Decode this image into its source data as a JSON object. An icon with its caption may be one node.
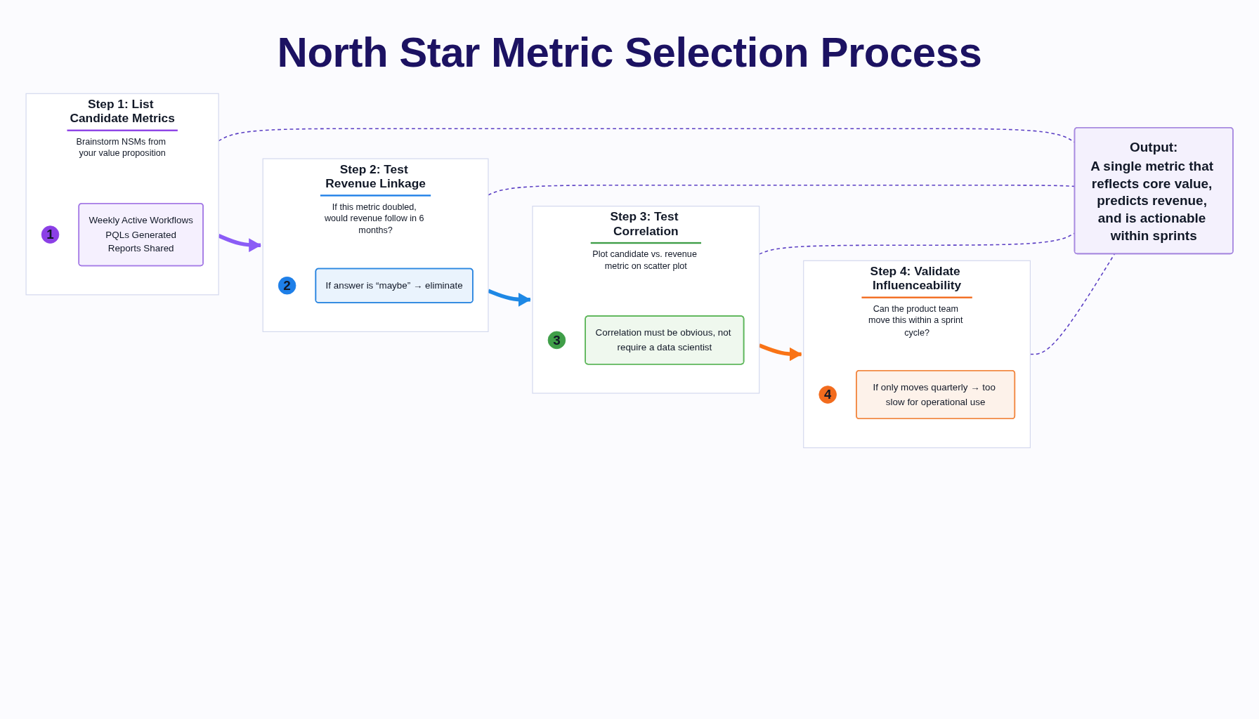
{
  "diagram": {
    "title": "North Star Metric Selection Process",
    "nodes": [
      {
        "text": [
          "Step 1: List Candidate Metrics",
          "Brainstorm NSMs from your value proposition"
        ]
      },
      {
        "text": [
          "1"
        ],
        "in": 0
      },
      {
        "text": [
          "Weekly Active Workflows",
          "PQLs Generated",
          "Reports Shared"
        ],
        "in": 0
      },
      {
        "text": [
          "Step 2: Test Revenue Linkage",
          "If this metric doubled, would revenue follow in 6 months?"
        ]
      },
      {
        "text": [
          "2"
        ],
        "in": 3
      },
      {
        "text": [
          "If answer is “maybe” → eliminate"
        ],
        "in": 3
      },
      {
        "text": [
          "Step 3: Test Correlation",
          "Plot candidate vs. revenue metric on scatter plot"
        ]
      },
      {
        "text": [
          "3"
        ],
        "in": 6
      },
      {
        "text": [
          "Correlation must be obvious, not require a data scientist"
        ],
        "in": 6
      },
      {
        "text": [
          "Step 4: Validate Influenceability",
          "Can the product team move this within a sprint cycle?"
        ]
      },
      {
        "text": [
          "4"
        ],
        "in": 9
      },
      {
        "text": [
          "If only moves quarterly → too slow for operational use"
        ],
        "in": 9
      },
      {
        "text": [
          "Output:",
          "A single metric that reflects core value, predicts revenue, and is actionable within sprints"
        ]
      }
    ],
    "edges": [
      {
        "from": 0,
        "to": 3,
        "arrow": "to",
        "style": "thick",
        "color": "#8b5cf6"
      },
      {
        "from": 3,
        "to": 6,
        "arrow": "to",
        "style": "thick",
        "color": "#1e88e5"
      },
      {
        "from": 6,
        "to": 9,
        "arrow": "to",
        "style": "thick",
        "color": "#f97316"
      },
      {
        "from": 0,
        "to": 12,
        "arrow": "none",
        "style": "dashed",
        "color": "#5b3fc4"
      },
      {
        "from": 3,
        "to": 12,
        "arrow": "none",
        "style": "dashed",
        "color": "#5b3fc4"
      },
      {
        "from": 6,
        "to": 12,
        "arrow": "none",
        "style": "dashed",
        "color": "#5b3fc4"
      },
      {
        "from": 9,
        "to": 12,
        "arrow": "none",
        "style": "dashed",
        "color": "#5b3fc4"
      }
    ]
  }
}
